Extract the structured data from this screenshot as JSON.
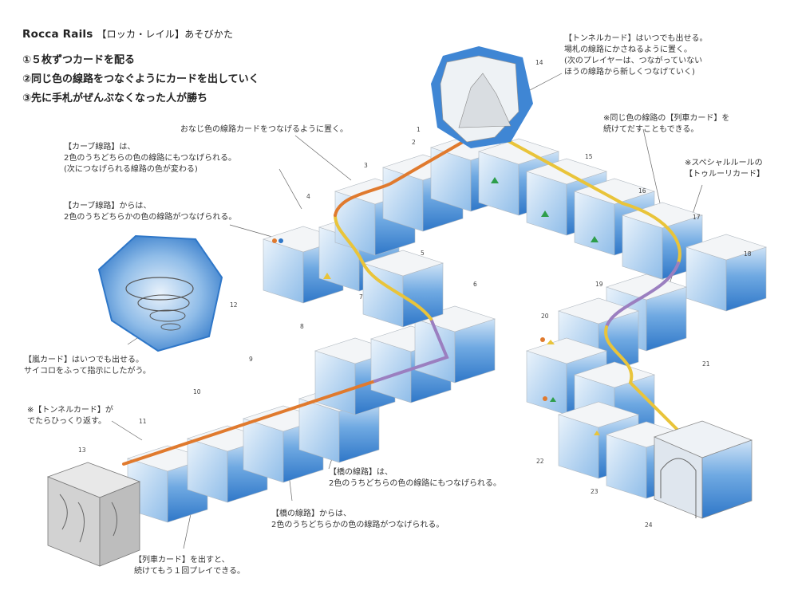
{
  "header": {
    "title": "Rocca Rails",
    "title_jp": "【ロッカ・レイル】あそびかた",
    "rules": [
      "①５枚ずつカードを配る",
      "②同じ色の線路をつなぐようにカードを出していく",
      "③先に手札がぜんぶなくなった人が勝ち"
    ]
  },
  "notes": {
    "tunnel_card": "【トンネルカード】はいつでも出せる。\n場札の線路にかさねるように置く。\n(次のプレイヤーは、つながっていない\nほうの線路から新しくつなげていく)",
    "same_color": "おなじ色の線路カードをつなげるように置く。",
    "curve_to": "【カーブ線路】は、\n2色のうちどちらの色の線路にもつなげられる。\n(次につなげられる線路の色が変わる)",
    "curve_from": "【カーブ線路】からは、\n2色のうちどちらかの色の線路がつなげられる。",
    "train_same_color": "※同じ色の線路の【列車カード】を\n続けてだすこともできる。",
    "special_rule": "※スペシャルルールの\n【トゥルーリカード】",
    "storm_card": "【嵐カード】はいつでも出せる。\nサイコロをふって指示にしたがう。",
    "tunnel_flip": "※【トンネルカード】が\nでたらひっくり返す。",
    "bridge_to": "【橋の線路】は、\n2色のうちどちらの色の線路にもつなげられる。",
    "bridge_from": "【橋の線路】からは、\n2色のうちどちらかの色の線路がつなげられる。",
    "train_card": "【列車カード】を出すと、\n続けてもう１回プレイできる。"
  },
  "numbers": [
    "1",
    "2",
    "3",
    "4",
    "5",
    "6",
    "7",
    "8",
    "9",
    "10",
    "11",
    "12",
    "13",
    "14",
    "15",
    "16",
    "17",
    "18",
    "19",
    "20",
    "21",
    "22",
    "23",
    "24"
  ],
  "colors": {
    "cube_front": "#3f86d4",
    "cube_side": "#9cc6ee",
    "cube_top": "#f4f6f8",
    "rail_orange": "#e07a2e",
    "rail_yellow": "#e9c43a",
    "rail_purple": "#9b7fc0",
    "leader": "#555555"
  }
}
